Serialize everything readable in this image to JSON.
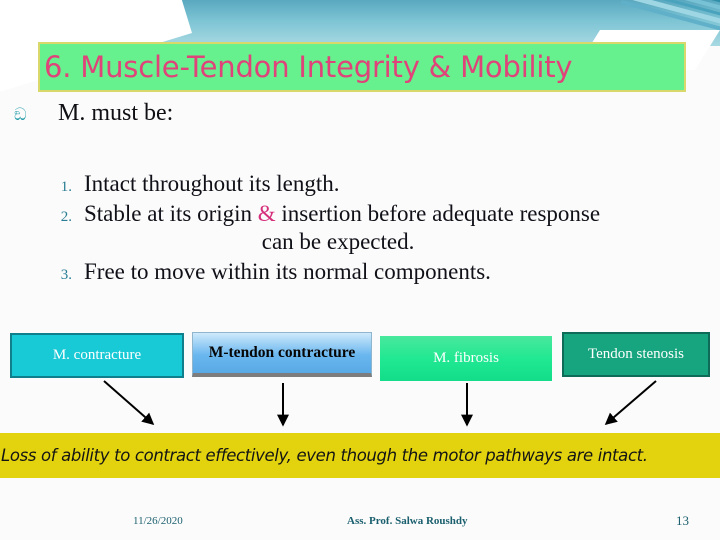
{
  "slide": {
    "title": "6. Muscle-Tendon Integrity & Mobility",
    "title_bg": "#66f18e",
    "title_color": "#e0437a"
  },
  "bullet": {
    "icon": "ornament-bullet",
    "glyph": "ඞ",
    "text": "M. must be:"
  },
  "list": [
    {
      "num": "1.",
      "text": "Intact  throughout its length.",
      "cont": ""
    },
    {
      "num": "2.",
      "pre": "Stable at its origin ",
      "amp": "&",
      "post": " insertion before adequate  response",
      "cont": "can be expected."
    },
    {
      "num": "3.",
      "text": "Free to move within its normal components.",
      "cont": ""
    }
  ],
  "boxes": [
    {
      "label": "M. contracture",
      "fill": "#18c9d6",
      "text_color": "#ffffff"
    },
    {
      "label": "M-tendon contracture",
      "fill": "#6ab7ef",
      "text_color": "#060606"
    },
    {
      "label": "M. fibrosis",
      "fill": "#21e892",
      "text_color": "#ffffff"
    },
    {
      "label": "Tendon stenosis",
      "fill": "#16a57e",
      "text_color": "#ffffff"
    }
  ],
  "arrows": [
    {
      "name": "arrow-from-m-contracture",
      "type": "diagonal-down-right"
    },
    {
      "name": "arrow-from-m-tendon-contracture",
      "type": "vertical"
    },
    {
      "name": "arrow-from-m-fibrosis",
      "type": "vertical"
    },
    {
      "name": "arrow-from-tendon-stenosis",
      "type": "diagonal-down-left"
    }
  ],
  "banner": {
    "text": "Loss of ability to contract effectively, even though the motor pathways are intact.",
    "bg": "#e3d30e"
  },
  "footer": {
    "date": "11/26/2020",
    "author": "Ass. Prof. Salwa Roushdy",
    "page": "13",
    "color": "#1a5f6e"
  }
}
